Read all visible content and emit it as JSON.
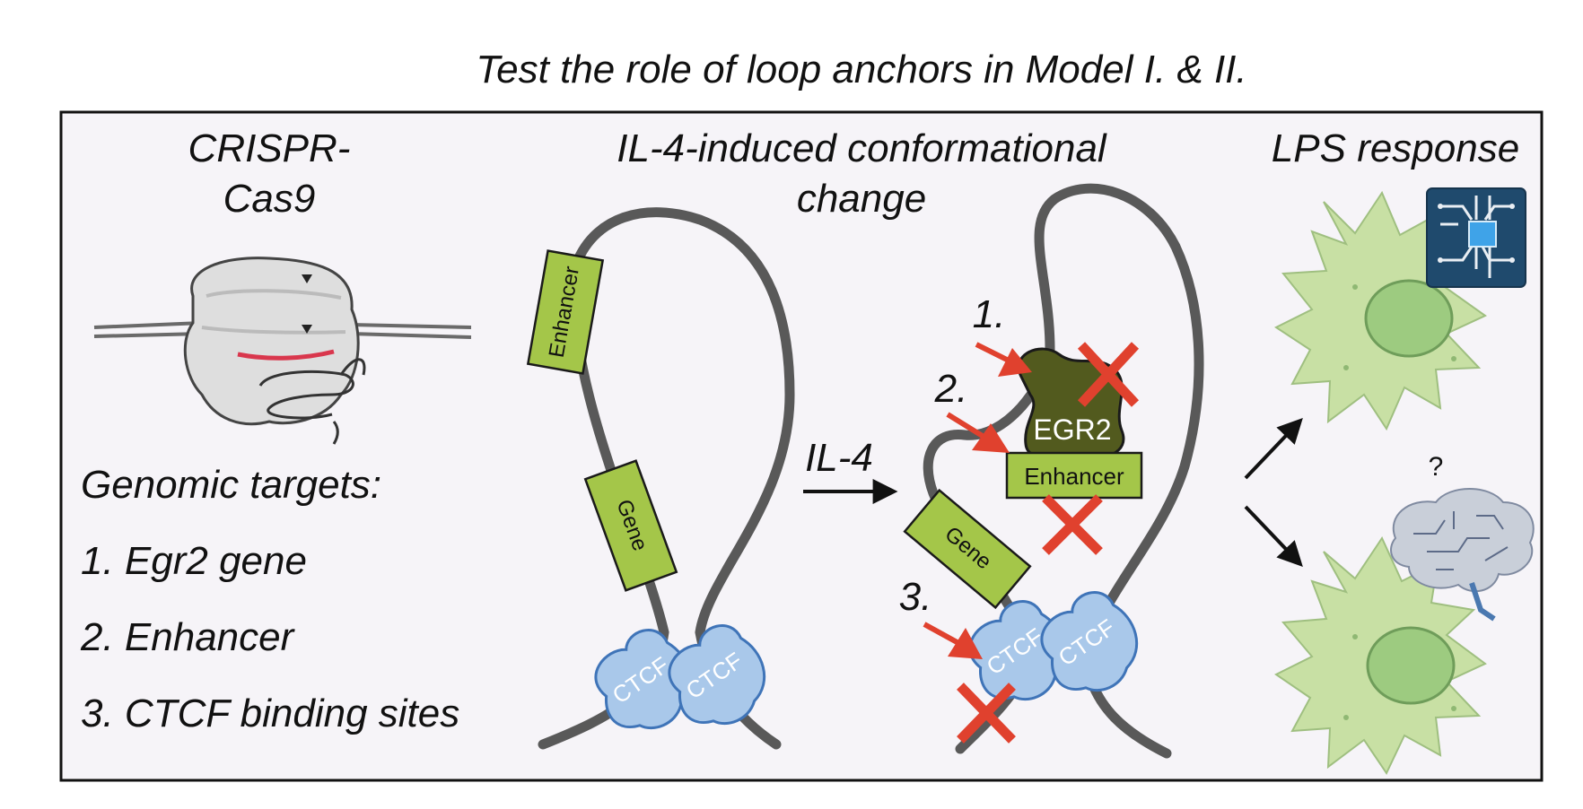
{
  "title": "Test the role of loop anchors in Model I. & II.",
  "panels": {
    "crispr": {
      "line1": "CRISPR-",
      "line2": "Cas9"
    },
    "conformation": {
      "line1": "IL-4-induced conformational",
      "line2": "change"
    },
    "lps": {
      "label": "LPS response"
    }
  },
  "genomic_targets": {
    "heading": "Genomic targets:",
    "items": [
      "1. Egr2 gene",
      "2. Enhancer",
      "3. CTCF binding sites"
    ]
  },
  "diagram": {
    "enhancer_label": "Enhancer",
    "gene_label": "Gene",
    "ctcf_label": "CTCF",
    "egr2_label": "EGR2",
    "il4_label": "IL-4",
    "markers": [
      "1.",
      "2.",
      "3."
    ],
    "question": "?"
  },
  "colors": {
    "chromatin": "#595959",
    "green_box": "#a4c649",
    "egr2": "#525a1e",
    "ctcf": "#a9c8ea",
    "red_mark": "#e0412e",
    "cell": "#c8e0a4",
    "panel_bg": "#f6f4f8"
  }
}
